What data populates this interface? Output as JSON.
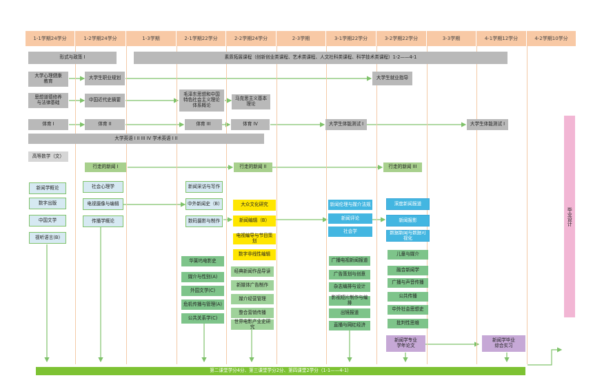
{
  "semesters": [
    "1-1学期24学分",
    "1-2学期24学分",
    "1-3学期",
    "2-1学期22学分",
    "2-2学期24学分",
    "2-3学期",
    "3-1学期22学分",
    "3-2学期22学分",
    "3-3学期",
    "4-1学期12学分",
    "4-2学期10学分"
  ],
  "rows": {
    "politics": "形式与政策 I",
    "quality": "素质拓展课程（创新创业类课程、艺术类课程、人文社科类课程、科学技术类课程）1-2——4-1",
    "psych": "大学心理健康\n教育",
    "career": "大学生职业规划",
    "employ": "大学生就业指导",
    "ethics": "思想道德修养\n与法律基础",
    "modern_history": "中国近代史摘要",
    "mao": "毛泽东思想和中国\n特色社会主义理论\n体系概论",
    "marx": "马克思主义基本\n理论",
    "pe1": "体育 I",
    "pe2": "体育 II",
    "pe3": "体育 III",
    "pe4": "体育 IV",
    "fitness1": "大学生体能测试 I",
    "fitness2": "大学生体能测试 I",
    "english": "大学英语 I  II  III  IV  学术英语 I   II",
    "math": "高等数学（文）",
    "walk1": "行走的新闻 I",
    "walk2": "行走的新闻 II",
    "walk3": "行走的新闻 III"
  },
  "c11": [
    "新闻学概论",
    "数字出版",
    "中国文学",
    "视听语言(B)"
  ],
  "c12": [
    "社会心理学",
    "电视摄像与编辑",
    "传播学概论"
  ],
  "c21a": [
    "新闻采访与写作",
    "中外新闻史（B）",
    "数码摄影与制作"
  ],
  "c21b": [
    "华莱坞电影史",
    "媒介与性别(A)",
    "外国文学(C)",
    "危机传播与管理(A)",
    "公共关系学(C)"
  ],
  "c22y": [
    "大众文化研究",
    "新闻编辑（B）",
    "电视编导与节目策划",
    "数字非线性编辑"
  ],
  "c22g": [
    "经典新闻作品导读",
    "新媒体广告制作",
    "媒介经营管理",
    "整合营销传播",
    "世界电影产业史研究"
  ],
  "c31b": [
    "新闻伦理与媒介法规",
    "新闻评论",
    "社会学"
  ],
  "c31g": [
    "广播电视新闻报道",
    "广告策划与创意",
    "杂志编排与设计",
    "影视短片制作与编排",
    "出镜报道",
    "直播与网红经济"
  ],
  "c32b": [
    "深度新闻报道",
    "新闻报影",
    "数据新闻与数据可视化"
  ],
  "c32g": [
    "儿童与媒介",
    "融合新闻学",
    "广播与声音传播",
    "公共传播",
    "中外社会思想史",
    "批判性思维"
  ],
  "thesis": "新闻学专业\n学年论文",
  "intern": "新闻学毕业\n综合实习",
  "graduation": "毕业设计",
  "bottom": "第二课堂学分4分、第三课堂学分2分、第四课堂2学分（1-1——4-1）",
  "colors": {
    "header": "#f8c9a5",
    "arrow": "#7fc26a",
    "bar": "#7dc233",
    "pink": "#f2b6d4",
    "yellow": "#ffe600",
    "blue": "#43b6e1"
  }
}
